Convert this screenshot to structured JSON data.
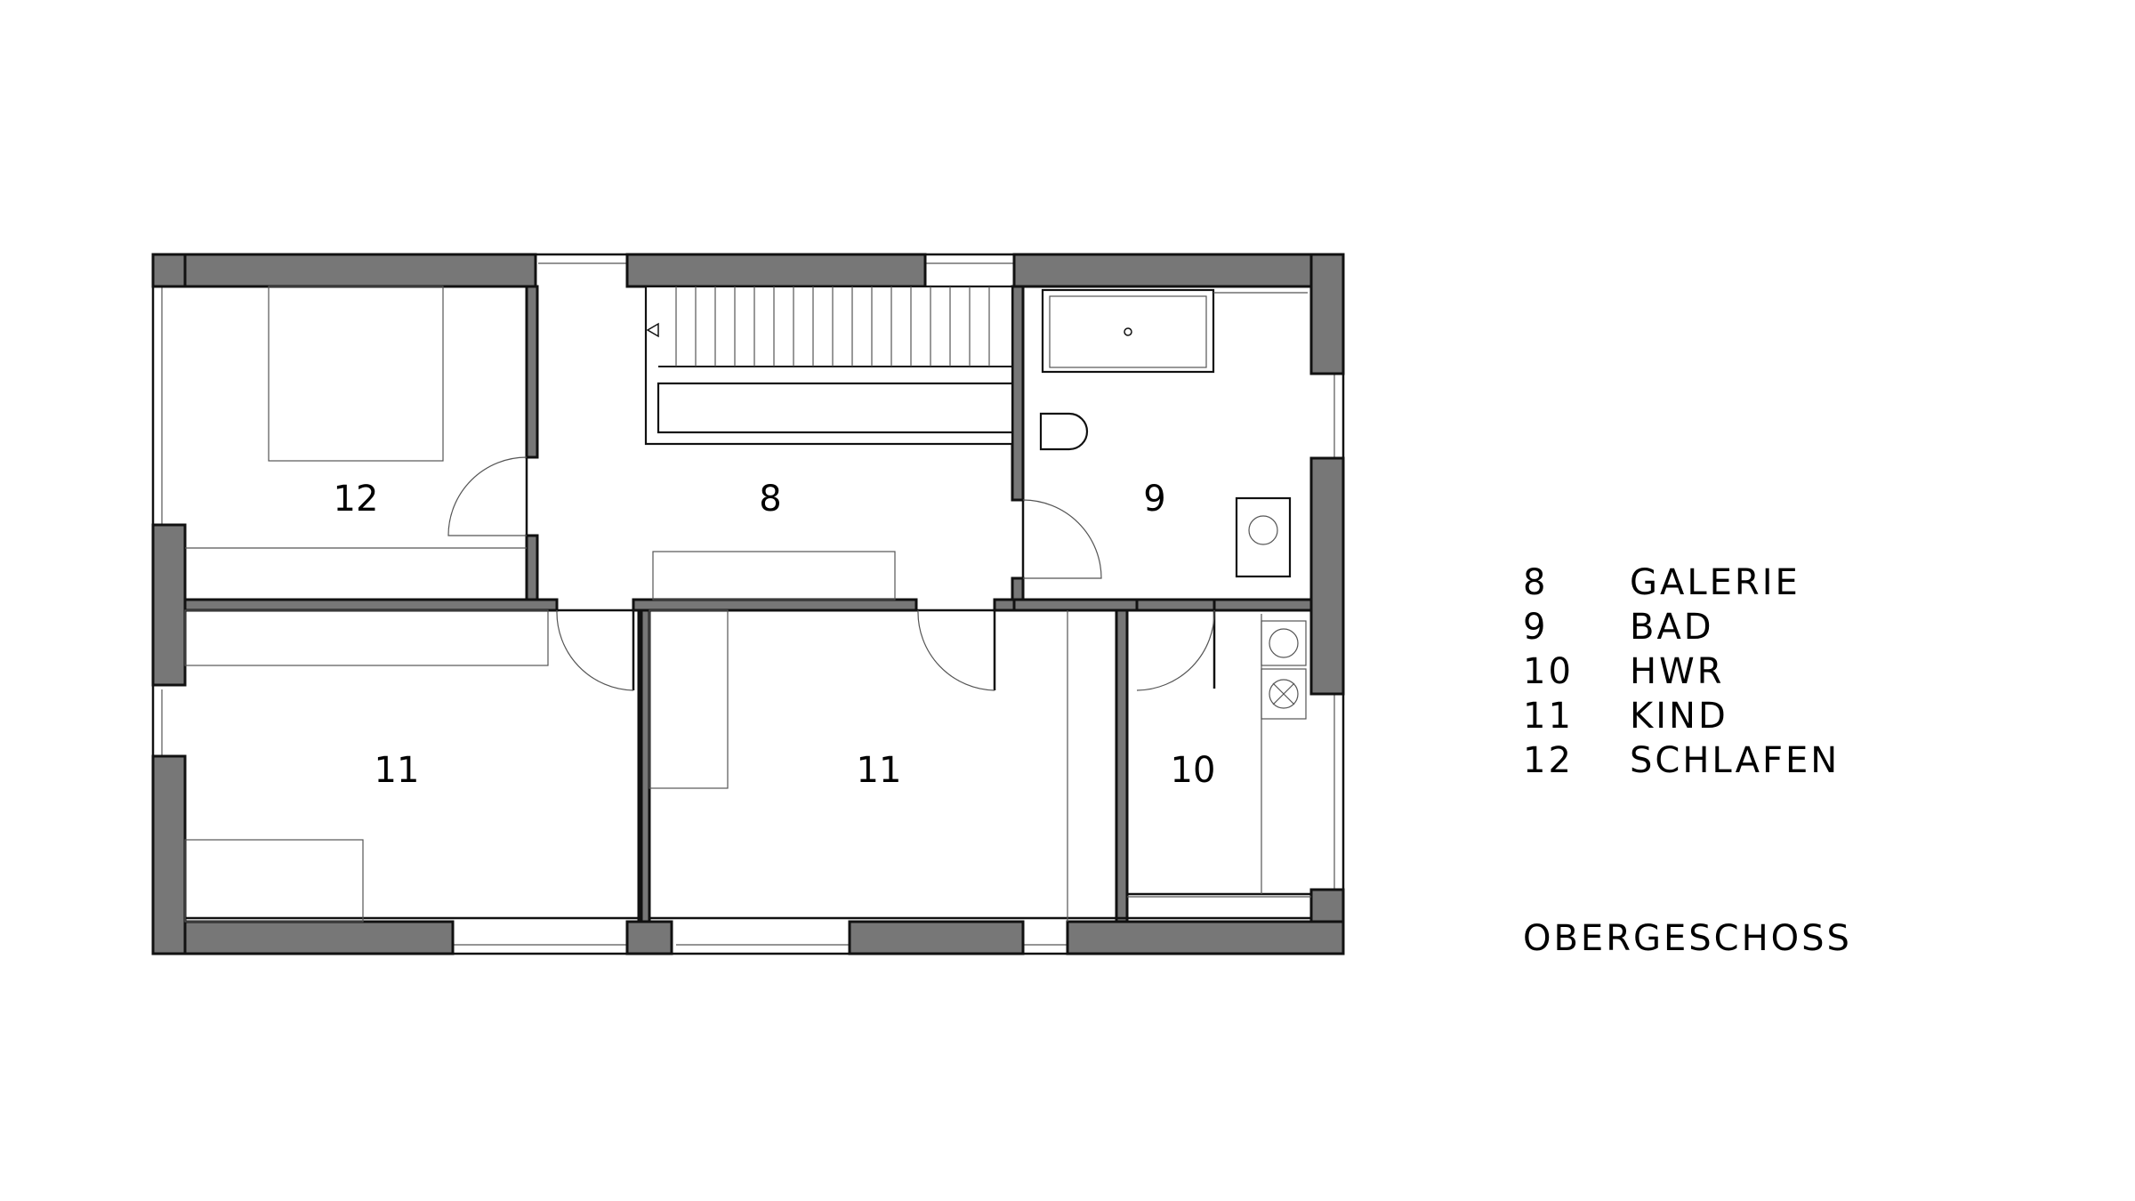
{
  "plan": {
    "room_labels": {
      "r12": "12",
      "r8": "8",
      "r9": "9",
      "r11a": "11",
      "r11b": "11",
      "r10": "10"
    },
    "legend": [
      {
        "num": "8",
        "name": "GALERIE"
      },
      {
        "num": "9",
        "name": "BAD"
      },
      {
        "num": "10",
        "name": "HWR"
      },
      {
        "num": "11",
        "name": "KIND"
      },
      {
        "num": "12",
        "name": "SCHLAFEN"
      }
    ],
    "floor_title": "OBERGESCHOSS"
  }
}
